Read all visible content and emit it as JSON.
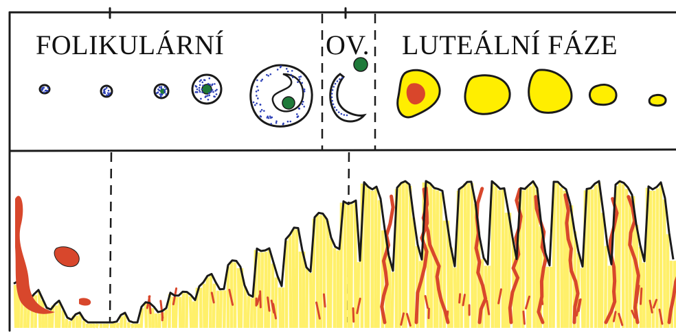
{
  "labels": {
    "follicular": "FOLIKULÁRNÍ",
    "ovulation": "OV.",
    "luteal": "LUTEÁLNÍ FÁZE"
  },
  "colors": {
    "outline": "#1a1a1a",
    "granulosa_dots": "#2b3fb6",
    "oocyte": "#1f7a3a",
    "corpus_luteum": "#ffee00",
    "blood": "#d9462b",
    "endometrium_yellow": "#fff06a",
    "endometrium_red": "#d8472c"
  }
}
